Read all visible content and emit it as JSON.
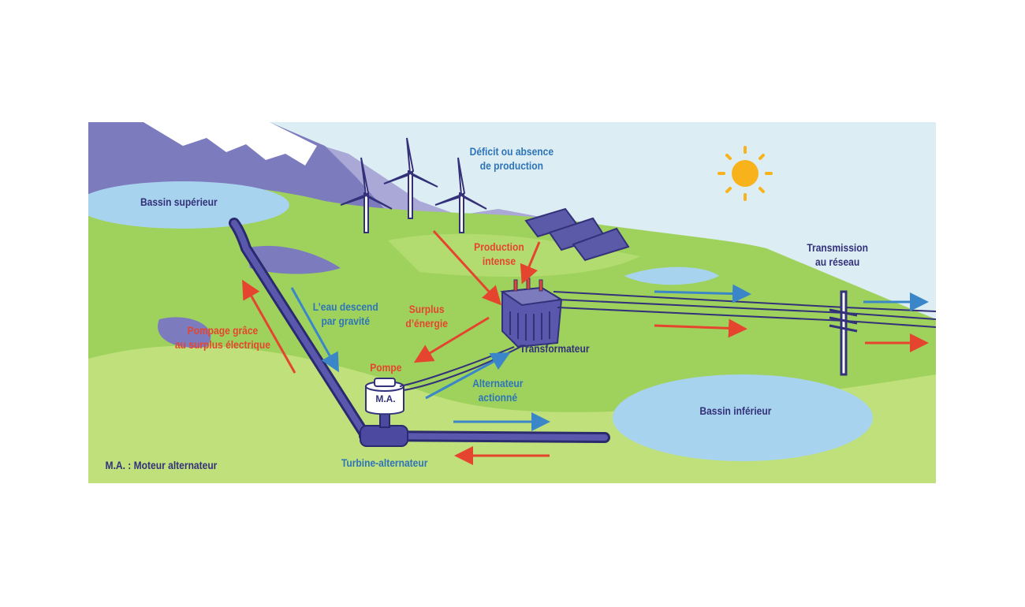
{
  "colors": {
    "sky": "#dcedf3",
    "grass": "#9fd25c",
    "grass_light": "#bfe07a",
    "mountain": "#7c7bbd",
    "water": "#a8d3ee",
    "navy": "#33317a",
    "blue_arrow": "#3a86c8",
    "red_arrow": "#e5452f",
    "sun": "#f8b21c"
  },
  "labels": {
    "upper_basin": "Bassin supérieur",
    "deficit_line1": "Déficit ou absence",
    "deficit_line2": "de production",
    "production_line1": "Production",
    "production_line2": "intense",
    "transmission_line1": "Transmission",
    "transmission_line2": "au réseau",
    "water_down_line1": "L’eau descend",
    "water_down_line2": "par gravité",
    "surplus_line1": "Surplus",
    "surplus_line2": "d’énergie",
    "pumping_line1": "Pompage grâce",
    "pumping_line2": "au surplus électrique",
    "transformer": "Transformateur",
    "pump": "Pompe",
    "alternator_line1": "Alternateur",
    "alternator_line2": "actionné",
    "motor_box": "M.A.",
    "lower_basin": "Bassin inférieur",
    "turbine": "Turbine-alternateur",
    "legend": "M.A. : Moteur alternateur"
  },
  "icons": [
    "wind-turbine-icon",
    "solar-panel-icon",
    "sun-icon",
    "transformer-icon",
    "utility-pole-icon",
    "motor-alternator-icon"
  ]
}
